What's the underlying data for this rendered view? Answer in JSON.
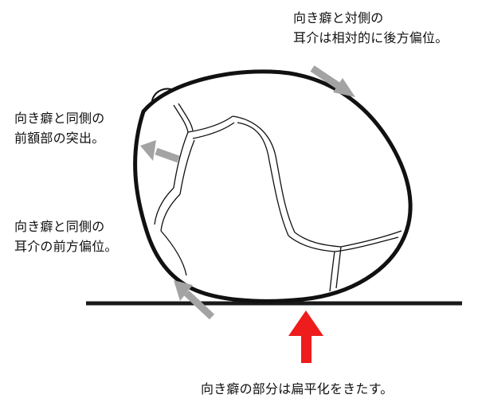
{
  "labels": {
    "contralateral_ear": {
      "line1": "向き癖と対側の",
      "line2": "耳介は相対的に後方偏位。"
    },
    "forehead": {
      "line1": "向き癖と同側の",
      "line2": "前額部の突出。"
    },
    "ipsilateral_ear": {
      "line1": "向き癖と同側の",
      "line2": "耳介の前方偏位。"
    },
    "flattening": {
      "text": "向き癖の部分は扁平化をきたす。"
    }
  },
  "colors": {
    "outline": "#111111",
    "arrow_gray": "#a3a3a3",
    "arrow_red": "#ee1c1c",
    "floor": "#1a1a1a",
    "text": "#111111"
  }
}
